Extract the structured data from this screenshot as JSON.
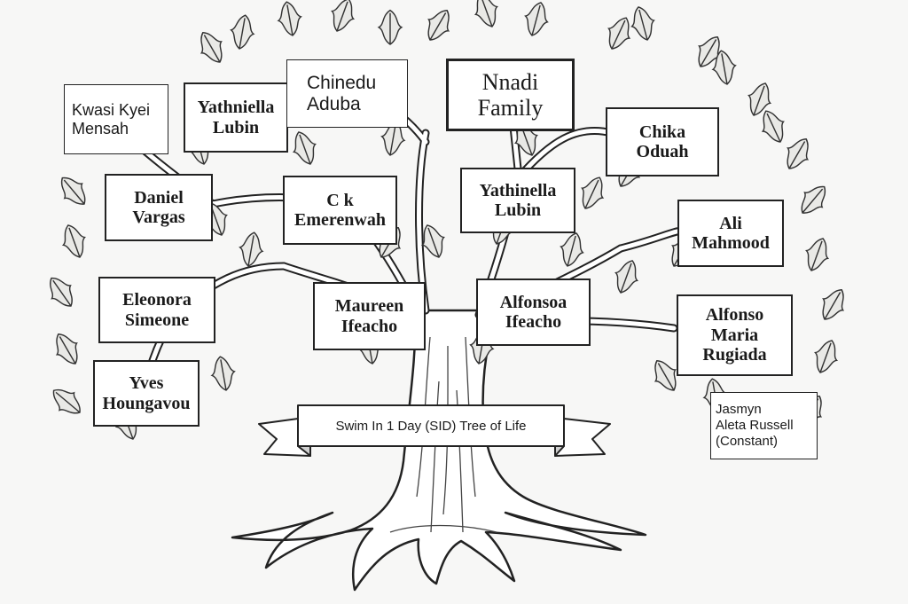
{
  "banner": {
    "text": "Swim In 1 Day (SID) Tree of Life"
  },
  "members": {
    "kwasi": "Kwasi Kyei\nMensah",
    "yathniella": "Yathniella\nLubin",
    "chinedu": "Chinedu\nAduba",
    "nnadi": "Nnadi\nFamily",
    "chika": "Chika\nOduah",
    "daniel": "Daniel\nVargas",
    "ck": "C k\nEmerenwah",
    "yathinella": "Yathinella\nLubin",
    "ali": "Ali\nMahmood",
    "eleonora": "Eleonora\nSimeone",
    "maureen": "Maureen\nIfeacho",
    "alfonsoa": "Alfonsoa\nIfeacho",
    "alfonso": "Alfonso\nMaria\nRugiada",
    "yves": "Yves\nHoungavou",
    "jasmyn": "Jasmyn\nAleta Russell\n(Constant)"
  },
  "colors": {
    "ink": "#222222",
    "paper": "#f7f7f6",
    "leaf": "#e9e9e6"
  }
}
